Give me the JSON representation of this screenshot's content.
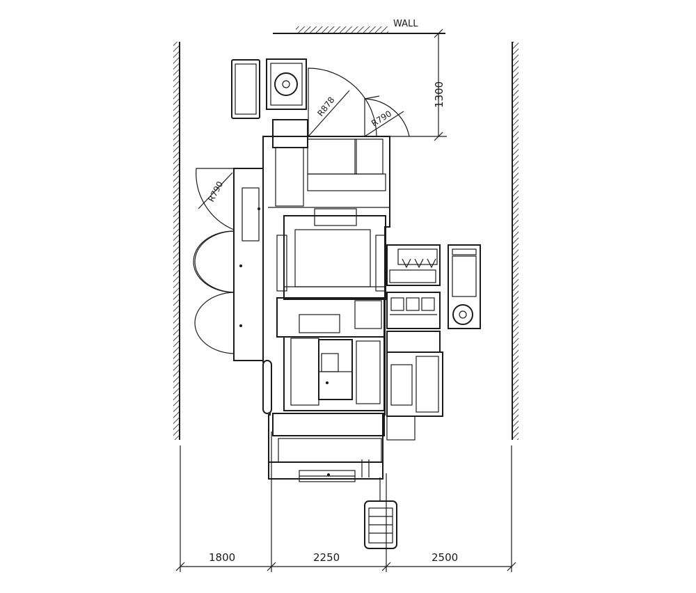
{
  "labels": {
    "wall": "WALL",
    "top_clearance": "1300",
    "radius_a": "R878",
    "radius_b": "R790",
    "radius_c": "R790"
  },
  "dimensions": [
    {
      "id": "left",
      "value": "1800"
    },
    {
      "id": "middle",
      "value": "2250"
    },
    {
      "id": "right",
      "value": "2500"
    }
  ],
  "colors": {
    "line": "#1a1a1a",
    "background": "#ffffff"
  }
}
